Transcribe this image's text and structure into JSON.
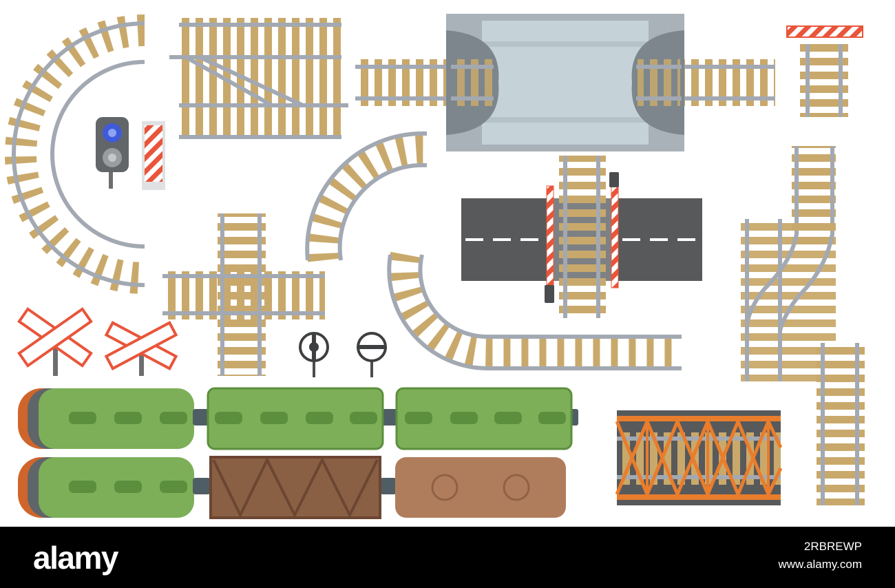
{
  "colors": {
    "rail": "#a3a9b2",
    "rail_edge": "#8d949d",
    "sleeper": "#c9a96b",
    "road": "#58595b",
    "road_mark": "#ffffff",
    "tunnel": "#a8b2b8",
    "tunnel_dark": "#7c868c",
    "tunnel_inner": "#c5d2d8",
    "train_green": "#7caf57",
    "train_green_dark": "#5c8f3d",
    "train_orange": "#d0652c",
    "boxcar": "#8a6044",
    "tanker": "#b07d5c",
    "bridge": "#e97d2c",
    "warning_red": "#e9553a"
  },
  "icons": [
    "curved-track-icon",
    "switch-track-icon",
    "tunnel-icon",
    "barrier-icon",
    "traffic-light-icon",
    "warning-post-icon",
    "crossing-sign-icon",
    "round-signal-icon",
    "level-crossing-icon",
    "cross-track-icon",
    "locomotive-icon",
    "passenger-car-icon",
    "boxcar-icon",
    "tank-car-icon",
    "bridge-track-icon"
  ],
  "footer": {
    "brand": "alamy",
    "image_id": "2RBREWP",
    "url": "www.alamy.com"
  }
}
